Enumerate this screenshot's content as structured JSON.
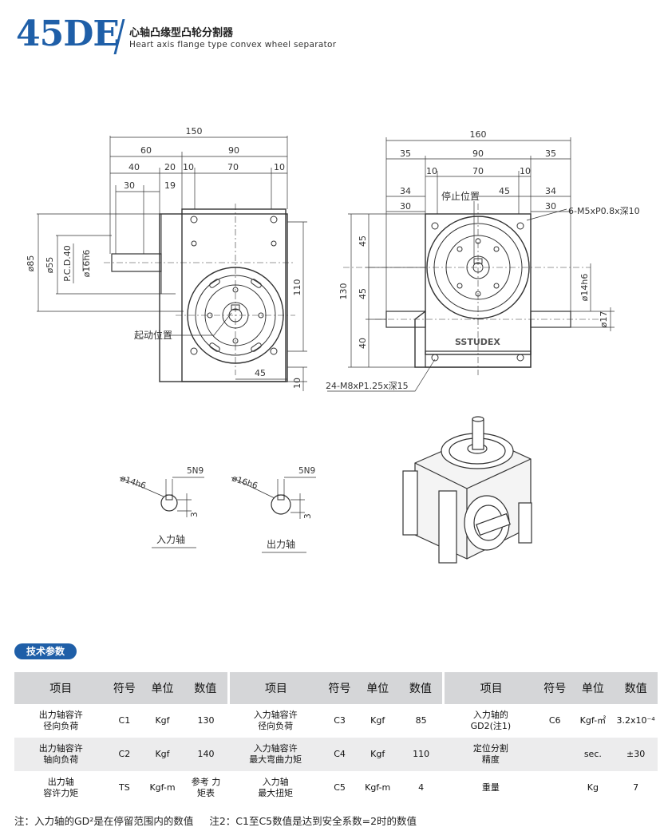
{
  "header": {
    "model": "45DE",
    "title_cn": "心轴凸缘型凸轮分割器",
    "title_en": "Heart axis flange type convex wheel separator"
  },
  "drawing": {
    "left_view": {
      "dims_top": [
        "150",
        "60",
        "90",
        "40",
        "20",
        "10",
        "70",
        "10",
        "30",
        "19"
      ],
      "dims_left": [
        "ø85",
        "ø55",
        "P.C.D.40",
        "ø16h6"
      ],
      "dims_right": [
        "110"
      ],
      "dims_bottom": [
        "45",
        "10"
      ],
      "label_start": "起动位置"
    },
    "right_view": {
      "dims_top": [
        "160",
        "35",
        "90",
        "35",
        "10",
        "70",
        "10",
        "34",
        "45",
        "34",
        "30",
        "30"
      ],
      "dims_left": [
        "130",
        "45",
        "45",
        "40"
      ],
      "dims_right": [
        "ø14h6",
        "ø17"
      ],
      "label_stop": "停止位置",
      "callout_top": "6-M5xP0.8x深10",
      "callout_bottom": "24-M8xP1.25x深15",
      "brand": "SSTUDEX"
    },
    "shafts": {
      "input": {
        "dia": "ø14h6",
        "key": "5N9",
        "depth": "3",
        "label": "入力轴"
      },
      "output": {
        "dia": "ø16h6",
        "key": "5N9",
        "depth": "3",
        "label": "出力轴"
      }
    }
  },
  "spec": {
    "badge": "技术参数",
    "headers": [
      "项目",
      "符号",
      "单位",
      "数值",
      "项目",
      "符号",
      "单位",
      "数值",
      "项目",
      "符号",
      "单位",
      "数值"
    ],
    "rows": [
      [
        [
          "出力轴容许",
          "径向负荷"
        ],
        "C1",
        "Kgf",
        "130",
        [
          "入力轴容许",
          "径向负荷"
        ],
        "C3",
        "Kgf",
        "85",
        [
          "入力轴的",
          "GD2(注1)"
        ],
        "C6",
        "Kgf-㎡",
        "3.2x10⁻⁴"
      ],
      [
        [
          "出力轴容许",
          "轴向负荷"
        ],
        "C2",
        "Kgf",
        "140",
        [
          "入力轴容许",
          "最大弯曲力矩"
        ],
        "C4",
        "Kgf",
        "110",
        [
          "定位分割",
          "精度"
        ],
        "",
        "sec.",
        "±30"
      ],
      [
        [
          "出力轴",
          "容许力矩"
        ],
        "TS",
        "Kgf-m",
        "参考 力矩表",
        [
          "入力轴",
          "最大扭矩"
        ],
        "C5",
        "Kgf-m",
        "4",
        [
          "重量",
          ""
        ],
        "",
        "Kg",
        "7"
      ]
    ],
    "note1": "注：入力轴的GD²是在停留范围内的数值",
    "note2": "注2：C1至C5数值是达到安全系数=2时的数值"
  },
  "colors": {
    "brand": "#1f5fa8",
    "header_bg": "#d5d6d8",
    "row_alt": "#ececed"
  }
}
